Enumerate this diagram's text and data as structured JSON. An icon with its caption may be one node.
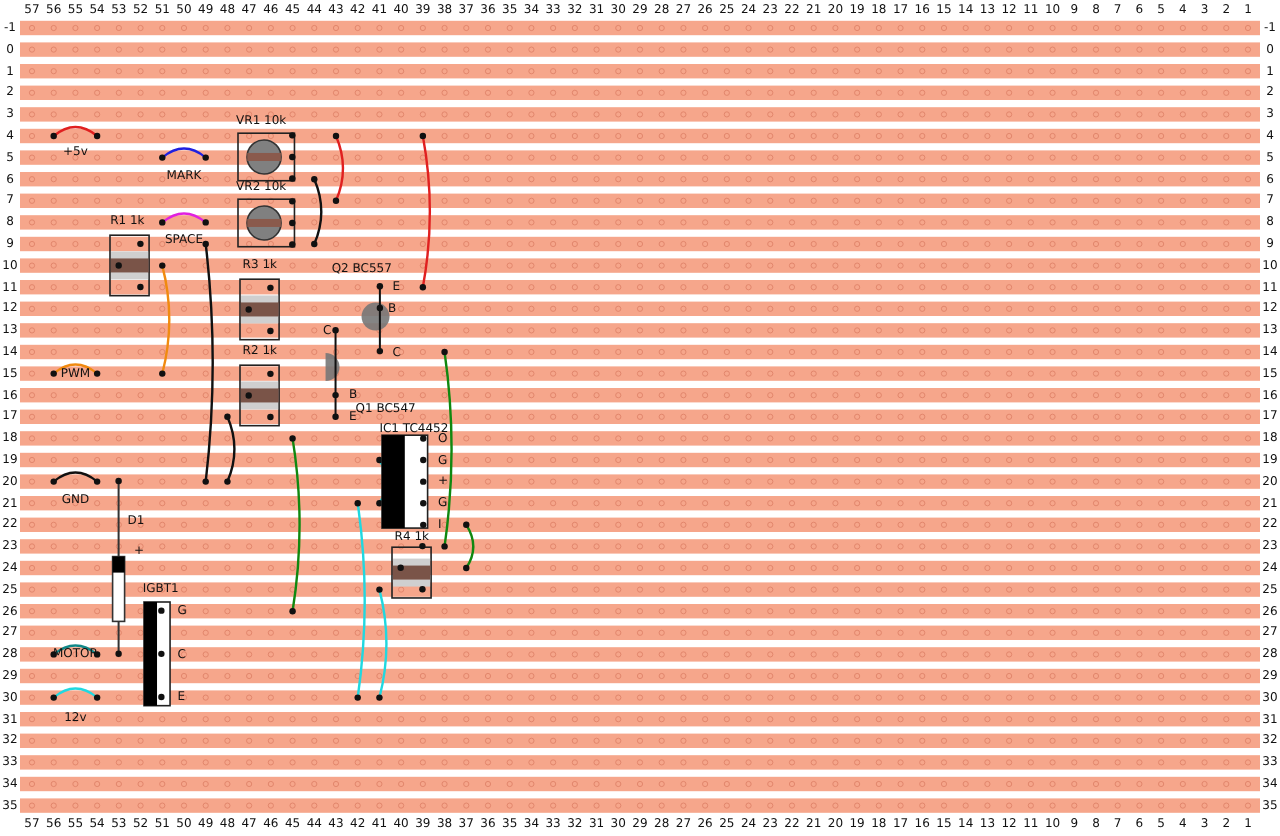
{
  "diagram": {
    "nodes": [
      {
        "text": [
          "VR1 10k"
        ]
      },
      {
        "text": [
          "VR2 10k"
        ]
      },
      {
        "text": [
          "R1 1k"
        ]
      },
      {
        "text": [
          "R3 1k"
        ]
      },
      {
        "text": [
          "Q2 BC557"
        ],
        "beside": [
          "E",
          "B",
          "C"
        ]
      },
      {
        "text": [
          "R2 1k"
        ]
      },
      {
        "text": [
          "Q1 BC547",
          "C",
          "B",
          "E"
        ]
      },
      {
        "text": [
          "IC1 TC4452"
        ],
        "beside": [
          "O",
          "G",
          "+",
          "G",
          "I"
        ]
      },
      {
        "text": [
          "D1",
          "+"
        ]
      },
      {
        "text": [
          "R4 1k"
        ]
      },
      {
        "text": [
          "IGBT1"
        ],
        "beside": [
          "G",
          "C",
          "E"
        ]
      }
    ],
    "edges": [],
    "labels": [
      "57",
      "56",
      "55",
      "54",
      "53",
      "52",
      "51",
      "50",
      "49",
      "48",
      "47",
      "46",
      "45",
      "44",
      "43",
      "42",
      "41",
      "40",
      "39",
      "38",
      "37",
      "36",
      "35",
      "34",
      "33",
      "32",
      "31",
      "30",
      "29",
      "28",
      "27",
      "26",
      "25",
      "24",
      "23",
      "22",
      "21",
      "20",
      "19",
      "18",
      "17",
      "16",
      "15",
      "14",
      "13",
      "12",
      "11",
      "10",
      "9",
      "8",
      "7",
      "6",
      "5",
      "4",
      "3",
      "2",
      "1",
      "-1",
      "-1",
      "0",
      "0",
      "1",
      "1",
      "2",
      "2",
      "3",
      "3",
      "4",
      "4",
      "5",
      "5",
      "6",
      "6",
      "7",
      "7",
      "8",
      "8",
      "9",
      "9",
      "10",
      "10",
      "11",
      "11",
      "12",
      "12",
      "13",
      "13",
      "14",
      "14",
      "15",
      "15",
      "16",
      "16",
      "17",
      "17",
      "18",
      "18",
      "19",
      "19",
      "20",
      "20",
      "21",
      "21",
      "22",
      "22",
      "23",
      "23",
      "24",
      "24",
      "25",
      "25",
      "26",
      "26",
      "27",
      "27",
      "28",
      "28",
      "29",
      "29",
      "30",
      "30",
      "31",
      "31",
      "32",
      "32",
      "33",
      "33",
      "34",
      "34",
      "35",
      "35",
      "57",
      "56",
      "55",
      "54",
      "53",
      "52",
      "51",
      "50",
      "49",
      "48",
      "47",
      "46",
      "45",
      "44",
      "43",
      "42",
      "41",
      "40",
      "39",
      "38",
      "37",
      "36",
      "35",
      "34",
      "33",
      "32",
      "31",
      "30",
      "29",
      "28",
      "27",
      "26",
      "25",
      "24",
      "23",
      "22",
      "21",
      "20",
      "19",
      "18",
      "17",
      "16",
      "15",
      "14",
      "13",
      "12",
      "11",
      "10",
      "9",
      "8",
      "7",
      "6",
      "5",
      "4",
      "3",
      "2",
      "1",
      "+5v",
      "MARK",
      "SPACE",
      "PWM",
      "GND",
      "MOTOR",
      "12v"
    ]
  }
}
